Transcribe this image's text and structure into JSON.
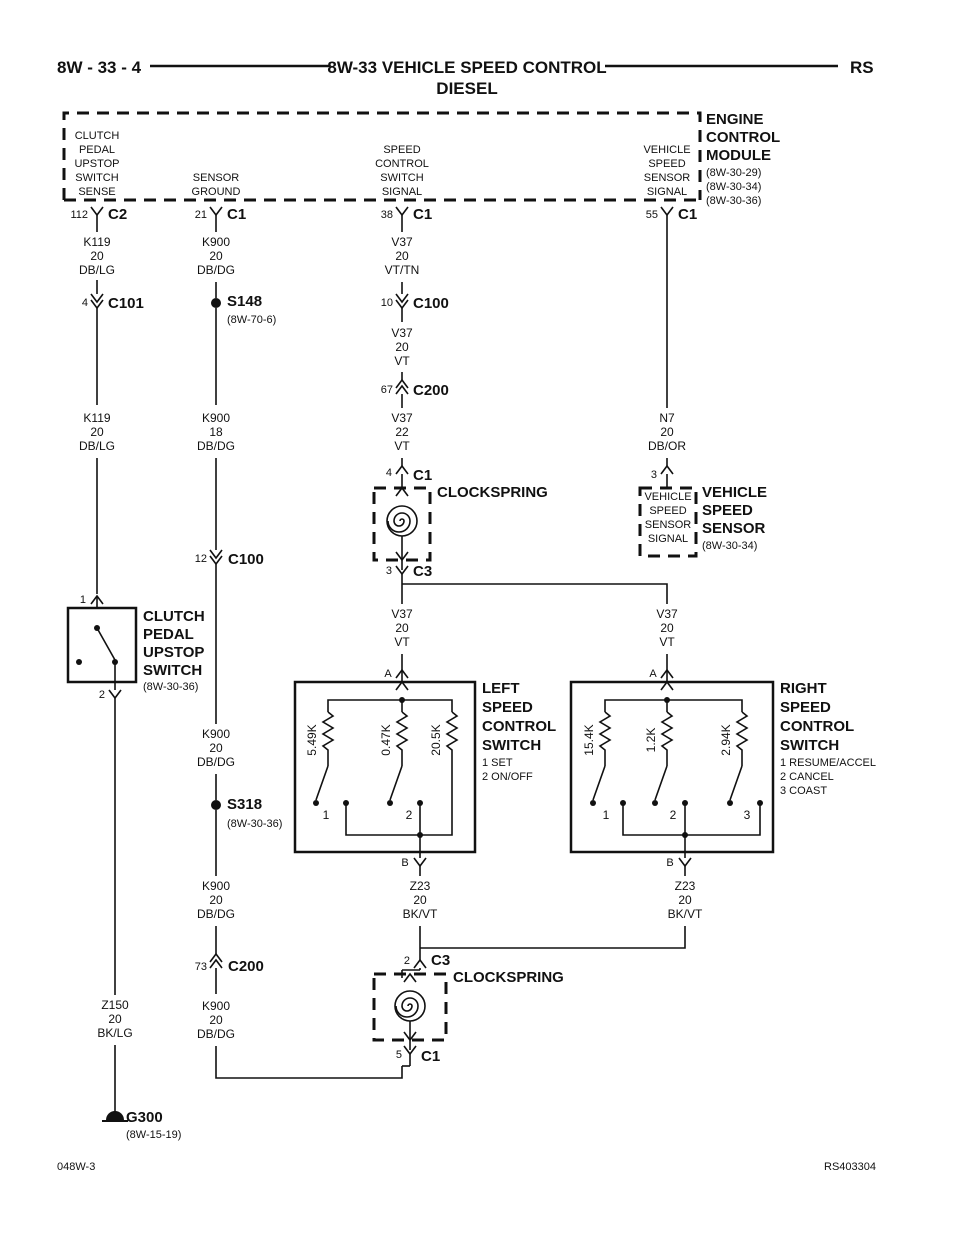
{
  "header": {
    "page_number": "8W - 33 - 4",
    "title": "8W-33 VEHICLE SPEED CONTROL",
    "subtitle": "DIESEL",
    "code": "RS"
  },
  "footer": {
    "left": "048W-3",
    "right": "RS403304"
  },
  "ecm": {
    "name_lines": [
      "ENGINE",
      "CONTROL",
      "MODULE"
    ],
    "refs": [
      "(8W-30-29)",
      "(8W-30-34)",
      "(8W-30-36)"
    ],
    "labels": {
      "clutch": [
        "CLUTCH",
        "PEDAL",
        "UPSTOP",
        "SWITCH",
        "SENSE"
      ],
      "sensor_ground": [
        "SENSOR",
        "GROUND"
      ],
      "speed_control": [
        "SPEED",
        "CONTROL",
        "SWITCH",
        "SIGNAL"
      ],
      "vss": [
        "VEHICLE",
        "SPEED",
        "SENSOR",
        "SIGNAL"
      ]
    },
    "pins": [
      {
        "pin": "112",
        "conn": "C2"
      },
      {
        "pin": "21",
        "conn": "C1"
      },
      {
        "pin": "38",
        "conn": "C1"
      },
      {
        "pin": "55",
        "conn": "C1"
      }
    ]
  },
  "wires": {
    "k119_top": [
      "K119",
      "20",
      "DB/LG"
    ],
    "k119_bottom": [
      "K119",
      "20",
      "DB/LG"
    ],
    "k900_top": [
      "K900",
      "20",
      "DB/DG"
    ],
    "k900_mid": [
      "K900",
      "18",
      "DB/DG"
    ],
    "k900_sw": [
      "K900",
      "20",
      "DB/DG"
    ],
    "k900_low": [
      "K900",
      "20",
      "DB/DG"
    ],
    "k900_bottom": [
      "K900",
      "20",
      "DB/DG"
    ],
    "v37_top": [
      "V37",
      "20",
      "VT/TN"
    ],
    "v37_2": [
      "V37",
      "20",
      "VT"
    ],
    "v37_3": [
      "V37",
      "22",
      "VT"
    ],
    "v37_left": [
      "V37",
      "20",
      "VT"
    ],
    "v37_right": [
      "V37",
      "20",
      "VT"
    ],
    "n7": [
      "N7",
      "20",
      "DB/OR"
    ],
    "z23_left": [
      "Z23",
      "20",
      "BK/VT"
    ],
    "z23_right": [
      "Z23",
      "20",
      "BK/VT"
    ],
    "z150": [
      "Z150",
      "20",
      "BK/LG"
    ]
  },
  "connectors": {
    "c101": {
      "pin": "4",
      "name": "C101"
    },
    "c100_v37": {
      "pin": "10",
      "name": "C100"
    },
    "c200_v37": {
      "pin": "67",
      "name": "C200"
    },
    "c100_k900": {
      "pin": "12",
      "name": "C100"
    },
    "c200_k900": {
      "pin": "73",
      "name": "C200"
    },
    "cs1_c1": {
      "pin": "4",
      "name": "C1"
    },
    "cs1_c3": {
      "pin": "3",
      "name": "C3"
    },
    "cs2_c3": {
      "pin": "2",
      "name": "C3"
    },
    "cs2_c1": {
      "pin": "5",
      "name": "C1"
    },
    "vss_pin": {
      "pin": "3"
    }
  },
  "splices": {
    "s148": {
      "name": "S148",
      "ref": "(8W-70-6)"
    },
    "s318": {
      "name": "S318",
      "ref": "(8W-30-36)"
    }
  },
  "ground": {
    "name": "G300",
    "ref": "(8W-15-19)"
  },
  "clockspring_label": "CLOCKSPRING",
  "vss_sensor": {
    "name_lines": [
      "VEHICLE",
      "SPEED",
      "SENSOR"
    ],
    "ref": "(8W-30-34)",
    "inner": [
      "VEHICLE",
      "SPEED",
      "SENSOR",
      "SIGNAL"
    ]
  },
  "clutch_switch": {
    "name_lines": [
      "CLUTCH",
      "PEDAL",
      "UPSTOP",
      "SWITCH"
    ],
    "ref": "(8W-30-36)",
    "pin_top": "1",
    "pin_bottom": "2"
  },
  "left_switch": {
    "name_lines": [
      "LEFT",
      "SPEED",
      "CONTROL",
      "SWITCH"
    ],
    "legend": [
      "1 SET",
      "2 ON/OFF"
    ],
    "resistors": [
      "5.49K",
      "0.47K",
      "20.5K"
    ],
    "positions": [
      "1",
      "2"
    ],
    "pin_a": "A",
    "pin_b": "B"
  },
  "right_switch": {
    "name_lines": [
      "RIGHT",
      "SPEED",
      "CONTROL",
      "SWITCH"
    ],
    "legend": [
      "1 RESUME/ACCEL",
      "2 CANCEL",
      "3 COAST"
    ],
    "resistors": [
      "15.4K",
      "1.2K",
      "2.94K"
    ],
    "positions": [
      "1",
      "2",
      "3"
    ],
    "pin_a": "A",
    "pin_b": "B"
  }
}
